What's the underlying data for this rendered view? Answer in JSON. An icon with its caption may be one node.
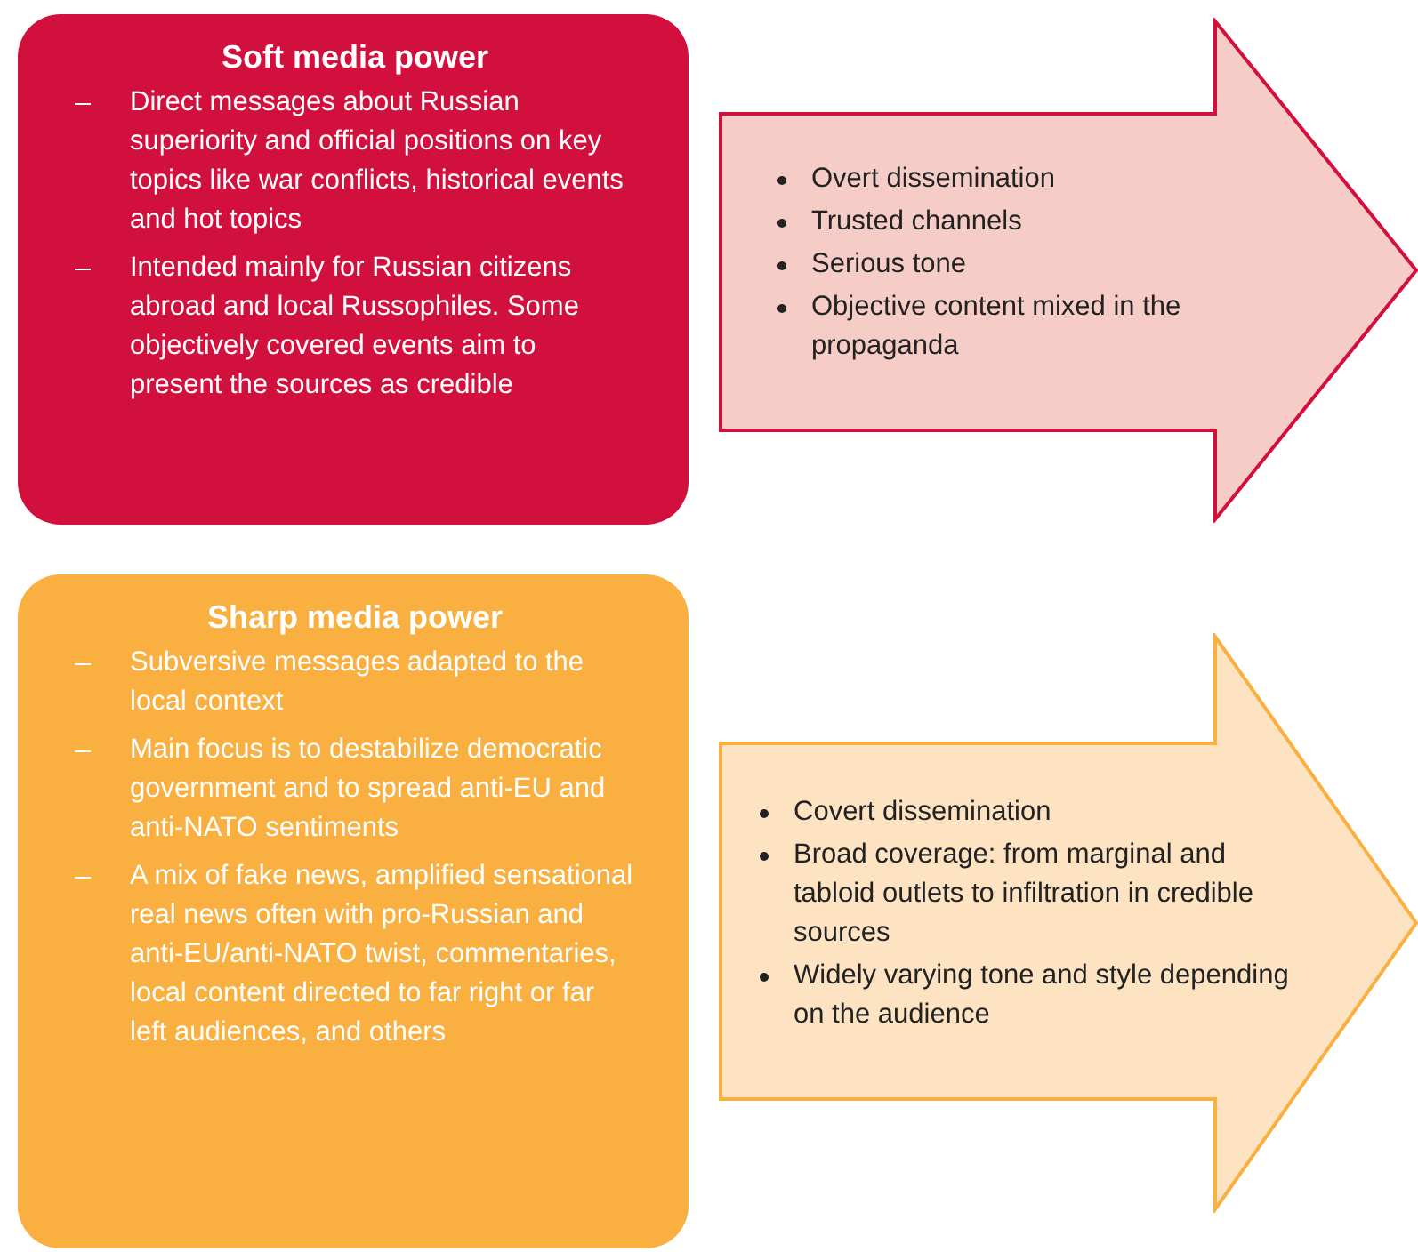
{
  "diagram": {
    "nodes": [
      {
        "text": [
          "Soft media power",
          "Direct messages about Russian superiority and official positions on key topics like war conflicts, historical events and hot topics",
          "Intended mainly for Russian citizens abroad and local Russophiles. Some objectively covered events aim to present the sources as credible"
        ]
      },
      {
        "text": [
          "Overt dissemination",
          "Trusted channels",
          "Serious tone",
          "Objective content mixed in the propaganda"
        ]
      },
      {
        "text": [
          "Sharp media power",
          "Subversive messages adapted to the local context",
          "Main focus is to destabilize democratic government and to spread anti-EU and anti-NATO sentiments",
          "A mix of fake news, amplified sensational real news often with pro-Russian and anti-EU/anti-NATO twist, commentaries, local content directed to far right or far left audiences, and others"
        ]
      },
      {
        "text": [
          "Covert dissemination",
          "Broad coverage: from marginal and tabloid outlets to infiltration in credible sources",
          "Widely varying tone and style depending on the audience"
        ]
      }
    ]
  }
}
